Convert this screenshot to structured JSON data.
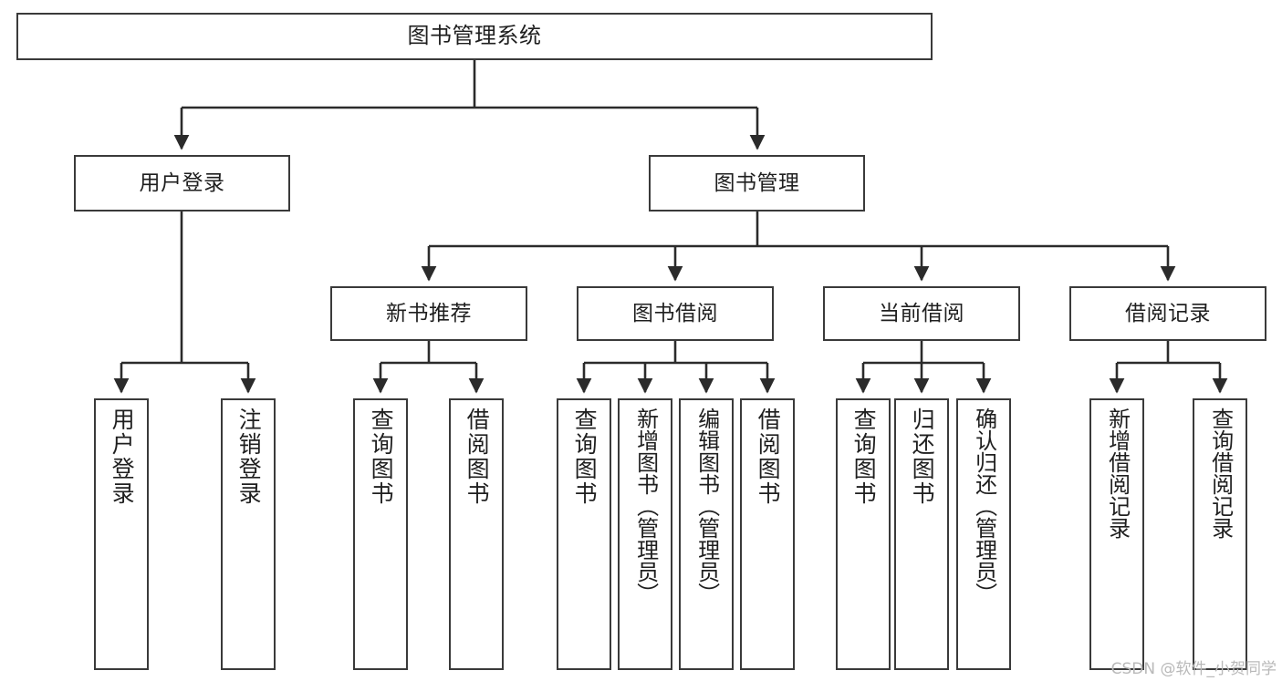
{
  "diagram": {
    "type": "tree",
    "title": "图书管理系统",
    "orientation": "top-down",
    "colors": {
      "box_border": "#3a3a3a",
      "box_fill": "#ffffff",
      "edge": "#2b2b2b",
      "text": "#1f1f1f",
      "watermark": "#b9b9b9",
      "background": "#ffffff"
    },
    "levels": {
      "level1_label": "图书管理系统",
      "level2_labels": [
        "用户登录",
        "图书管理"
      ],
      "level3_labels": [
        "新书推荐",
        "图书借阅",
        "当前借阅",
        "借阅记录"
      ]
    }
  },
  "nodes": {
    "root": {
      "label": "图书管理系统"
    },
    "user_login": {
      "label": "用户登录"
    },
    "book_manage": {
      "label": "图书管理"
    },
    "new_book_rec": {
      "label": "新书推荐"
    },
    "book_borrow": {
      "label": "图书借阅"
    },
    "current_borrow": {
      "label": "当前借阅"
    },
    "borrow_record": {
      "label": "借阅记录"
    },
    "leaf_user_login": {
      "label": "用户登录"
    },
    "leaf_logout": {
      "label": "注销登录"
    },
    "leaf_query_book_1": {
      "label": "查询图书"
    },
    "leaf_borrow_book_1": {
      "label": "借阅图书"
    },
    "leaf_query_book_2": {
      "label": "查询图书"
    },
    "leaf_add_book": {
      "label": "新增图书（管理员）"
    },
    "leaf_edit_book": {
      "label": "编辑图书（管理员）"
    },
    "leaf_borrow_book_2": {
      "label": "借阅图书"
    },
    "leaf_query_book_3": {
      "label": "查询图书"
    },
    "leaf_return_book": {
      "label": "归还图书"
    },
    "leaf_confirm_return": {
      "label": "确认归还（管理员）"
    },
    "leaf_add_record": {
      "label": "新增借阅记录"
    },
    "leaf_query_record": {
      "label": "查询借阅记录"
    }
  },
  "watermark": {
    "text": "CSDN @软件_小贺同学"
  }
}
